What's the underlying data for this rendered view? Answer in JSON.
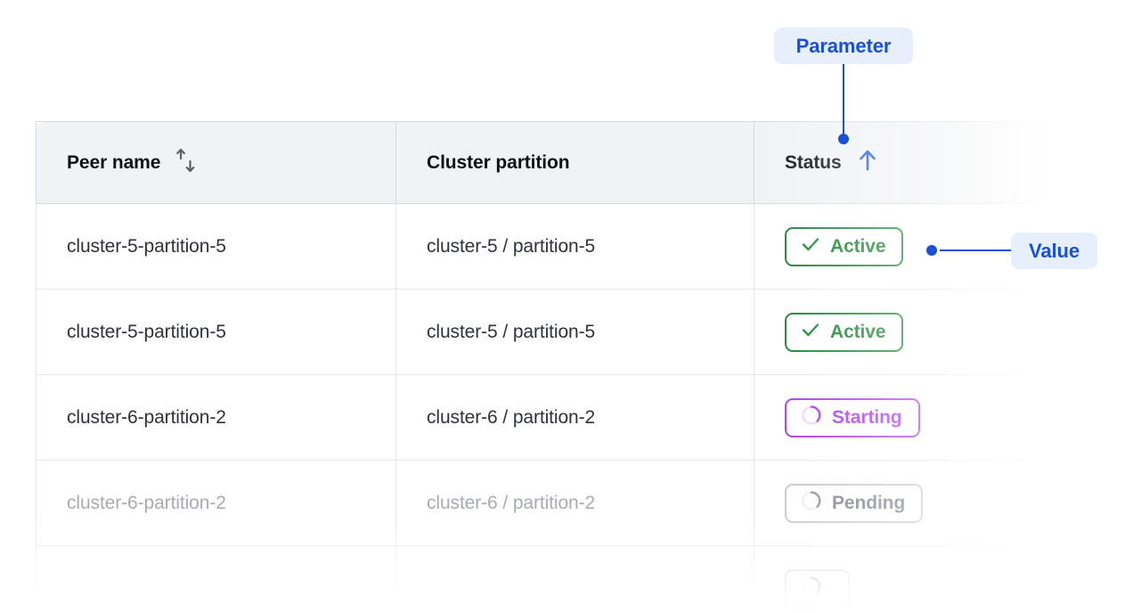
{
  "table": {
    "columns": [
      {
        "label": "Peer name",
        "sort_icon": "sort-updown-icon",
        "sort_state": "none"
      },
      {
        "label": "Cluster partition",
        "sort_icon": "none",
        "sort_state": "none"
      },
      {
        "label": "Status",
        "sort_icon": "arrow-up-icon",
        "sort_state": "ascending"
      }
    ],
    "rows": [
      {
        "peer_name": "cluster-5-partition-5",
        "cluster_partition": "cluster-5 / partition-5",
        "status": {
          "label": "Active",
          "icon": "check-icon",
          "tone": "green"
        },
        "muted": false
      },
      {
        "peer_name": "cluster-5-partition-5",
        "cluster_partition": "cluster-5 / partition-5",
        "status": {
          "label": "Active",
          "icon": "check-icon",
          "tone": "green"
        },
        "muted": false
      },
      {
        "peer_name": "cluster-6-partition-2",
        "cluster_partition": "cluster-6 / partition-2",
        "status": {
          "label": "Starting",
          "icon": "spinner-icon",
          "tone": "purple"
        },
        "muted": false
      },
      {
        "peer_name": "cluster-6-partition-2",
        "cluster_partition": "cluster-6 / partition-2",
        "status": {
          "label": "Pending",
          "icon": "spinner-icon",
          "tone": "gray"
        },
        "muted": true
      },
      {
        "peer_name": "",
        "cluster_partition": "",
        "status": {
          "label": "",
          "icon": "spinner-icon",
          "tone": "gray"
        },
        "muted": true
      }
    ]
  },
  "annotations": {
    "parameter": {
      "label": "Parameter",
      "target": "Status column header"
    },
    "value": {
      "label": "Value",
      "target": "Active status chip"
    }
  },
  "colors": {
    "annotation_text": "#1a4fd8",
    "annotation_bg": "#e7eefc",
    "header_bg": "#f1f2f4",
    "status_active": "#14802c",
    "status_starting": "#a832e8",
    "status_pending": "#7d8189",
    "body_text": "#2f3239",
    "muted_text": "#a8abb1"
  }
}
